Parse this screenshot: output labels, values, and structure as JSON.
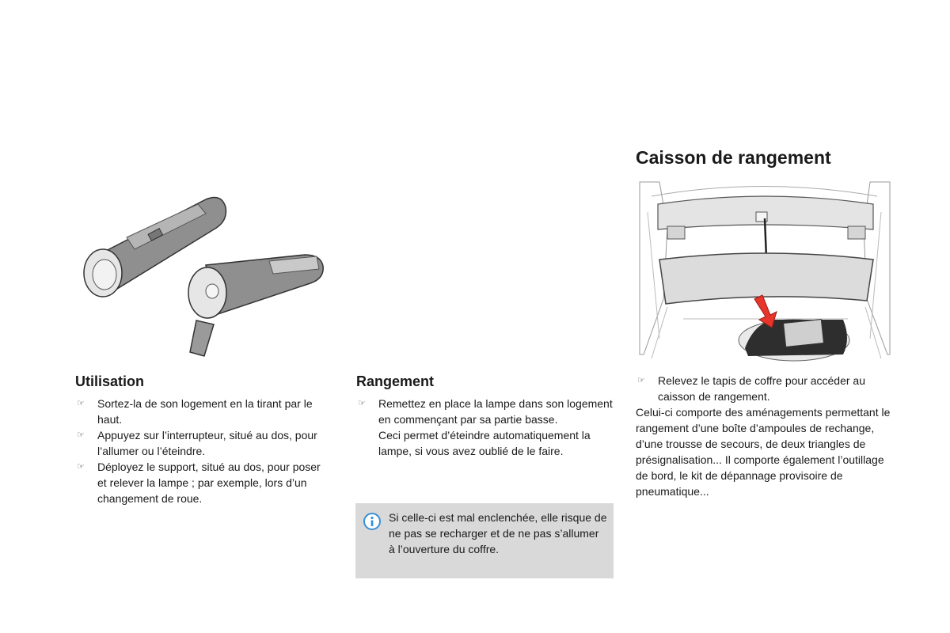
{
  "sections": {
    "utilisation": {
      "title": "Utilisation",
      "bullets": [
        "Sortez-la de son logement en la tirant par le haut.",
        "Appuyez sur l’interrupteur, situé au dos, pour l’allumer ou l’éteindre.",
        "Déployez le support, situé au dos, pour poser et relever la lampe ; par exemple, lors d’un changement de roue."
      ]
    },
    "rangement": {
      "title": "Rangement",
      "bullet": "Remettez en place la lampe dans son logement en commençant par sa partie basse.",
      "bullet_cont": "Ceci permet d’éteindre automatiquement la lampe, si vous avez oublié de le faire.",
      "note": "Si celle-ci est mal enclenchée, elle risque de ne pas se recharger et de ne pas s’allumer à l’ouverture du coffre."
    },
    "caisson": {
      "title": "Caisson de rangement",
      "bullet": "Relevez le tapis de coffre pour accéder au caisson de rangement.",
      "paragraph": "Celui-ci comporte des aménagements permettant le rangement d’une boîte d’ampoules de rechange, d’une trousse de secours, de deux triangles de présignalisation... Il comporte également l’outillage de bord, le kit de dépannage provisoire de pneumatique..."
    }
  },
  "icons": {
    "bullet_marker": "☞",
    "info": "info-icon"
  },
  "colors": {
    "note_background": "#d9d9d9",
    "arrow": "#e8352b",
    "lamp_body": "#8a8a8a"
  }
}
